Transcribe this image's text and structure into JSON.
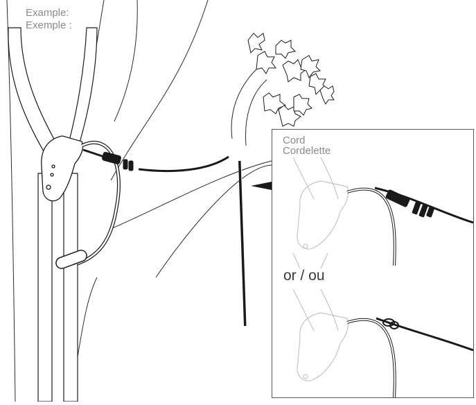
{
  "labels": {
    "example_en": "Example:",
    "example_fr": "Exemple :",
    "cord_en": "Cord",
    "cord_fr": "Cordelette",
    "or_separator": "or / ou"
  },
  "colors": {
    "line": "#1a1a1a",
    "ghost": "#c4c4c4",
    "label": "#8a8a8a",
    "frame": "#555555"
  }
}
